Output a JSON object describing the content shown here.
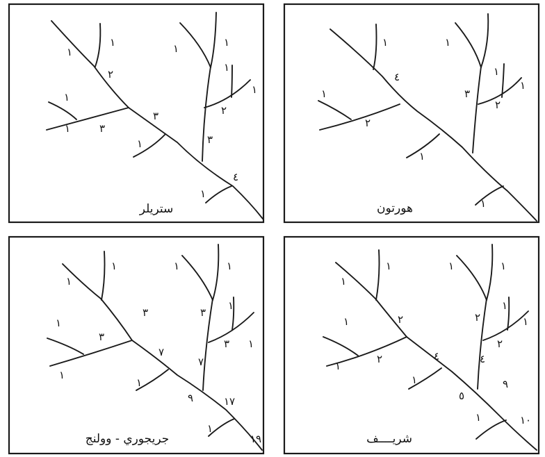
{
  "panels": [
    {
      "id": "strahler",
      "title": "ستريلر",
      "labels": [
        "١",
        "١",
        "١",
        "١",
        "٢",
        "١",
        "١",
        "٢",
        "١",
        "٣",
        "٣",
        "١",
        "٣",
        "١",
        "٤"
      ]
    },
    {
      "id": "horton",
      "title": "هورتون",
      "labels": [
        "١",
        "١",
        "٤",
        "١",
        "١",
        "٣",
        "٢",
        "١",
        "٢",
        "١",
        "١"
      ]
    },
    {
      "id": "gregory-walling",
      "title": "جريجوري - وولنج",
      "labels": [
        "١",
        "١",
        "١",
        "١",
        "٣",
        "٣",
        "١",
        "٣",
        "٣",
        "١",
        "٧",
        "١",
        "٧",
        "١",
        "٩",
        "١٧",
        "١",
        "١٩"
      ]
    },
    {
      "id": "shreve",
      "title": "شريــــف",
      "labels": [
        "١",
        "١",
        "١",
        "١",
        "٢",
        "١",
        "٢",
        "١",
        "٢",
        "١",
        "٤",
        "١",
        "٢",
        "٤",
        "٩",
        "٥",
        "١٠",
        "١"
      ]
    }
  ]
}
